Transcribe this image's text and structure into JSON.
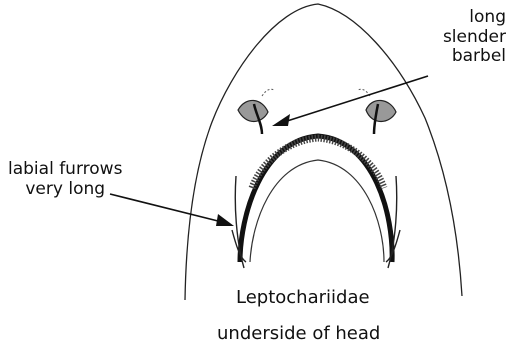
{
  "labels": {
    "barbel": [
      "long",
      "slender",
      "barbel"
    ],
    "furrows": [
      "labial furrows",
      "very long"
    ],
    "family": "Leptochariidae",
    "view": "underside of head"
  }
}
